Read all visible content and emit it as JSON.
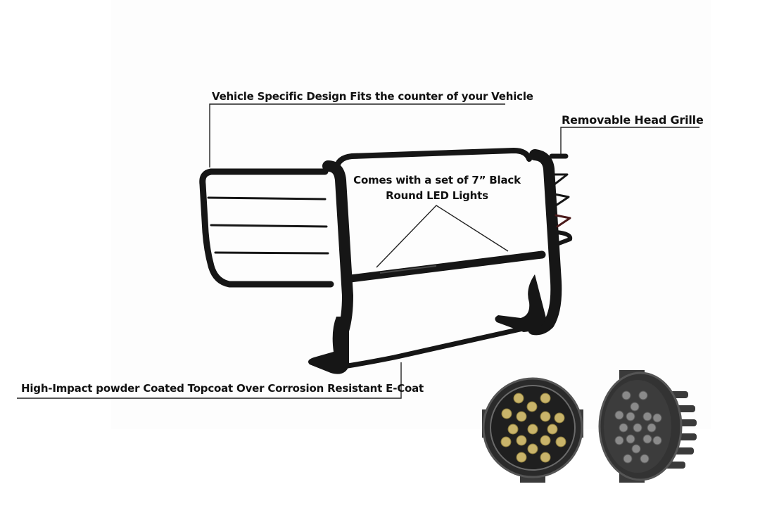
{
  "image": {
    "subject": "Black grille guard with LED lights",
    "background_color": "#ffffff",
    "guard_color": "#161616",
    "callout_line_color": "#222222"
  },
  "callouts": [
    {
      "id": "vehicle-specific",
      "text": "Vehicle Specific Design Fits the counter of your Vehicle"
    },
    {
      "id": "removable-grille",
      "text": "Removable Head Grille"
    },
    {
      "id": "led-lights",
      "line1": "Comes with a set of 7” Black",
      "line2": "Round LED Lights"
    },
    {
      "id": "coating",
      "text": "High-Impact powder Coated Topcoat Over Corrosion Resistant E-Coat"
    }
  ],
  "led_lights": {
    "count": 2,
    "front_view_leds": 17,
    "angled_view_leds": 17,
    "led_color": "#c9b46a",
    "housing_color": "#2a2a2a"
  }
}
